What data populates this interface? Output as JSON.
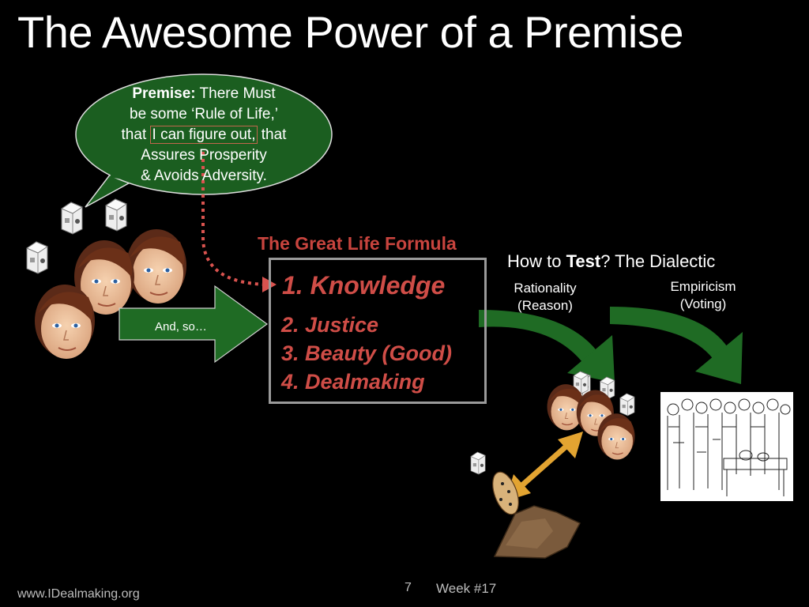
{
  "slide": {
    "title": "The Awesome Power of a Premise"
  },
  "premise": {
    "label": "Premise:",
    "line1_rest": " There Must",
    "line2": "be some ‘Rule of Life,’",
    "line3_pre": "that ",
    "line3_highlight": "I can figure out,",
    "line3_post": " that",
    "line4": "Assures Prosperity",
    "line5": "& Avoids Adversity."
  },
  "arrow_label": "And, so…",
  "formula": {
    "title": "The Great Life Formula",
    "items": [
      "1. Knowledge",
      "2.  Justice",
      "3.  Beauty (Good)",
      "4.  Dealmaking"
    ]
  },
  "test": {
    "prefix": "How to ",
    "bold": "Test",
    "suffix": "?  The Dialectic",
    "rationality": "Rationality",
    "reason": "(Reason)",
    "empiricism": "Empiricism",
    "voting": "(Voting)"
  },
  "footer": {
    "url": "www.IDealmaking.org",
    "page": "7",
    "week": "Week #17"
  },
  "colors": {
    "bubble": "#1b5e20",
    "arrow": "#1f6b24",
    "formula_red": "#cf4d47",
    "dotted_arrow": "#d9534f",
    "double_arrow": "#e3a431"
  }
}
